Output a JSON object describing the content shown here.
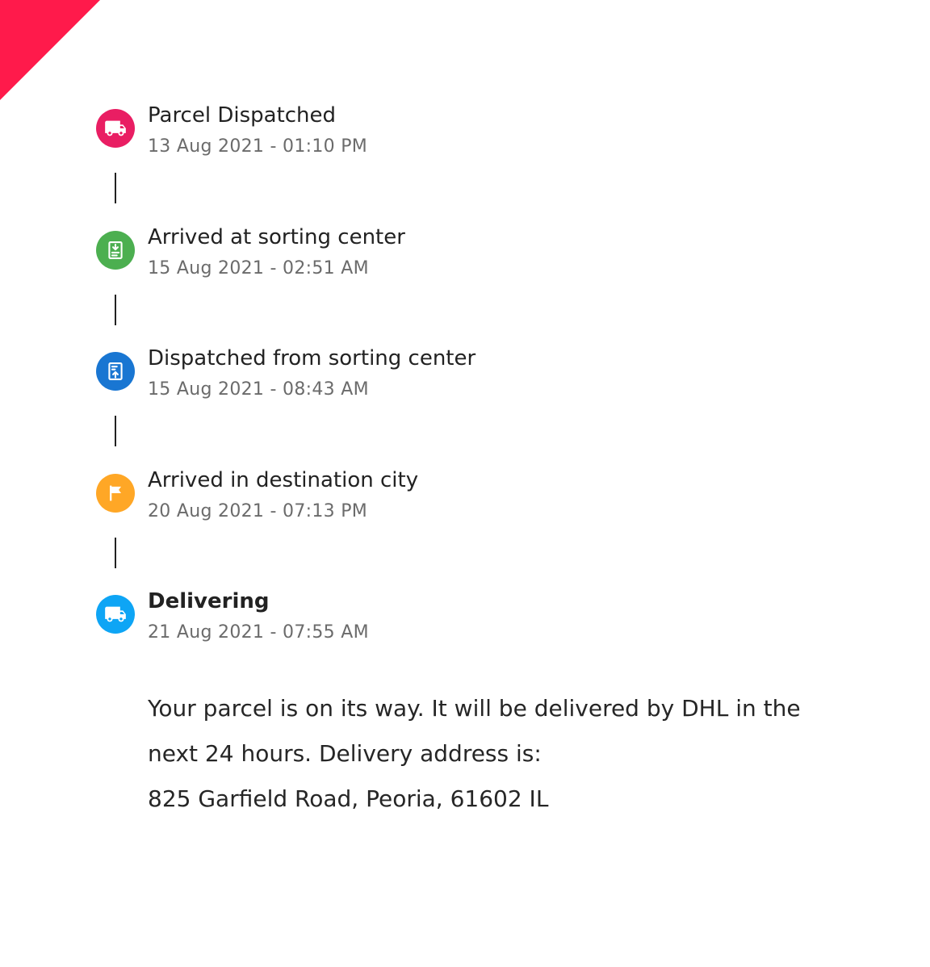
{
  "colors": {
    "corner": "#ff1a4b",
    "pink": "#e91e63",
    "green": "#4caf50",
    "blue_dark": "#1976d2",
    "orange": "#ffa726",
    "blue_light": "#0ea5f5"
  },
  "timeline": {
    "events": [
      {
        "title": "Parcel Dispatched",
        "time": "13 Aug 2021 - 01:10 PM",
        "icon": "truck-icon",
        "color": "pink"
      },
      {
        "title": "Arrived at sorting center",
        "time": "15 Aug 2021 - 02:51 AM",
        "icon": "clipboard-download-icon",
        "color": "green"
      },
      {
        "title": "Dispatched from sorting center",
        "time": "15 Aug 2021 - 08:43 AM",
        "icon": "clipboard-upload-icon",
        "color": "blue_dark"
      },
      {
        "title": "Arrived in destination city",
        "time": "20 Aug 2021 - 07:13 PM",
        "icon": "flag-icon",
        "color": "orange"
      },
      {
        "title": "Delivering",
        "time": "21 Aug 2021 - 07:55 AM",
        "icon": "truck-icon",
        "color": "blue_light"
      }
    ]
  },
  "message": {
    "line1": "Your parcel is on its way. It will be delivered by DHL in the next 24 hours. Delivery address is:",
    "address": "825 Garfield Road, Peoria, 61602 IL"
  }
}
